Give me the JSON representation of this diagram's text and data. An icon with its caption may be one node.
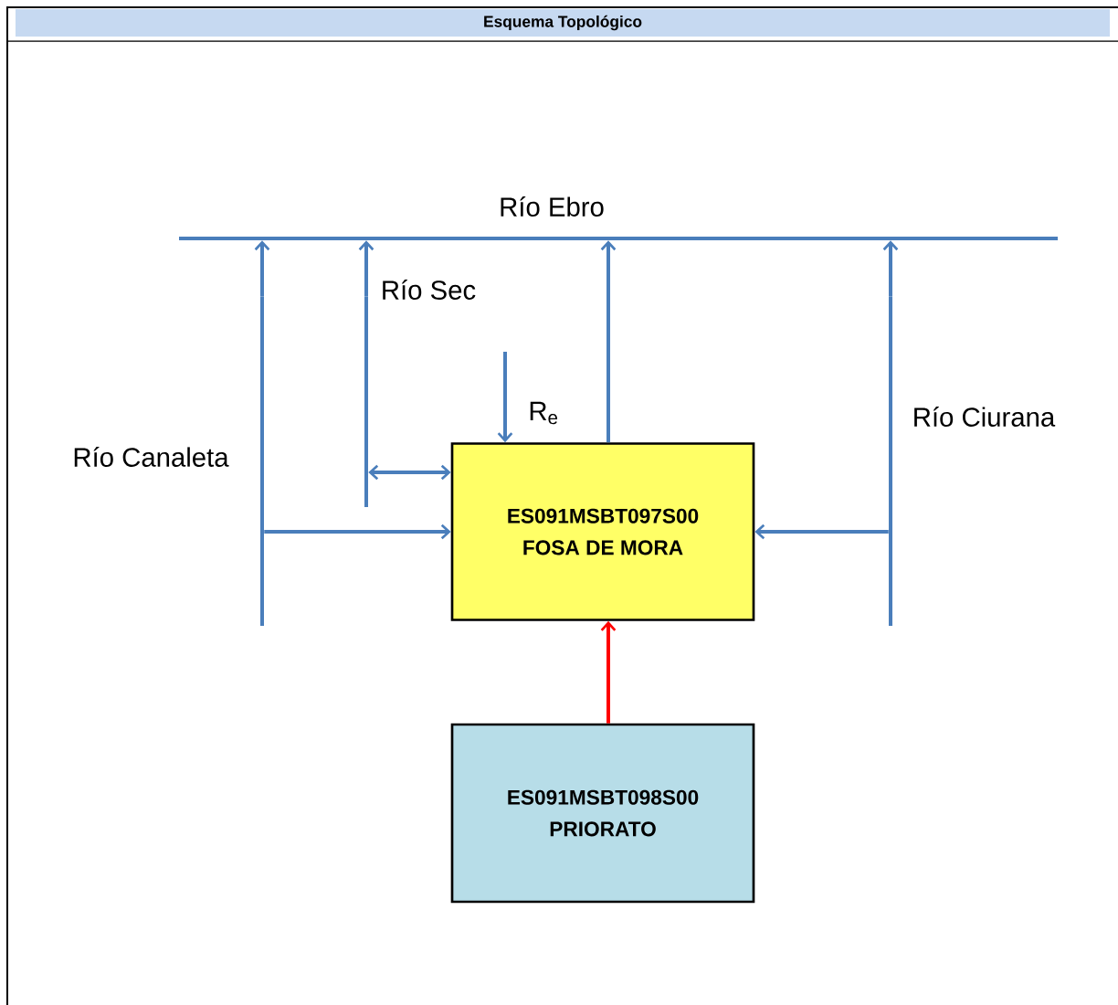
{
  "diagram": {
    "title": "Esquema Topológico",
    "nodes": [
      {
        "text": [],
        "shape": "bar",
        "beside": [
          "Río Ebro"
        ]
      },
      {
        "text": [],
        "shape": "bar",
        "beside": [
          "Río Canaleta"
        ]
      },
      {
        "text": [],
        "shape": "bar",
        "beside": [
          "Río Sec"
        ]
      },
      {
        "text": [],
        "shape": "bar",
        "beside": [
          "Río Ciurana"
        ]
      },
      {
        "text": [
          "ES091MSBT097S00",
          "FOSA DE MORA"
        ]
      },
      {
        "text": [
          "ES091MSBT098S00",
          "PRIORATO"
        ]
      }
    ],
    "edges": [
      {
        "from": 1,
        "to": 0,
        "arrow": "to"
      },
      {
        "from": 2,
        "to": 0,
        "arrow": "to"
      },
      {
        "from": 4,
        "to": 0,
        "arrow": "to"
      },
      {
        "from": 3,
        "to": 0,
        "arrow": "to"
      },
      {
        "from": 1,
        "to": 4,
        "arrow": "to"
      },
      {
        "from": 2,
        "to": 4,
        "arrow": "both"
      },
      {
        "from": 3,
        "to": 4,
        "arrow": "to"
      },
      {
        "from": null,
        "to": 4,
        "arrow": "to",
        "label": "R$_{e}$"
      },
      {
        "from": 5,
        "to": 4,
        "arrow": "to",
        "color": "#ff0000"
      }
    ]
  }
}
